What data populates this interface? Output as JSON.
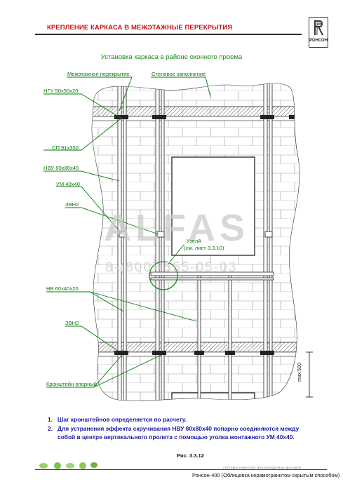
{
  "header": {
    "title": "КРЕПЛЕНИЕ КАРКАСА В МЕЖЭТАЖНЫЕ ПЕРЕКРЫТИЯ",
    "logo_text": "РОНСОН"
  },
  "diagram": {
    "subtitle": "Установка каркаса в районе оконного проема",
    "labels": {
      "floor_slab": "Межэтажное перекрытие",
      "wall_fill": "Стеновое заполнение",
      "ngu": "НГУ 50х50х20",
      "sp": "СП 91х350",
      "nvu": "НВУ 80х80х40",
      "um": "УМ 40х40",
      "zvn2_top": "ЗВН2",
      "node_a": "УзелА",
      "node_a_ref": "(см. лист 3.3.10)",
      "nv": "НВ 60х40х20",
      "zvn2_bottom": "ЗВН2",
      "bracket": "Кронштейн опорный",
      "dimension": "max 500"
    }
  },
  "watermark": {
    "brand": "ALFAS",
    "phone": "8-(800)-555-05-03"
  },
  "notes": [
    {
      "num": "1.",
      "text": "Шаг кронштейнов определяется по расчету."
    },
    {
      "num": "2.",
      "text": "Для устранения эффекта скручивания НВУ 80х80х40 попарно соединяются между собой в центре вертикального пролета с помощью уголка монтажного УМ 40х40."
    }
  ],
  "figure_caption": "Рис. 3.3.12",
  "footer": {
    "tag": "системы навесных вентилируемых фасадов",
    "text": "Ронсон-400 (Облицовка керамогранитом скрытым способом)"
  },
  "colors": {
    "title_red": "#cc1111",
    "label_green": "#0a7a0a",
    "notes_blue": "#1a1aa8"
  }
}
